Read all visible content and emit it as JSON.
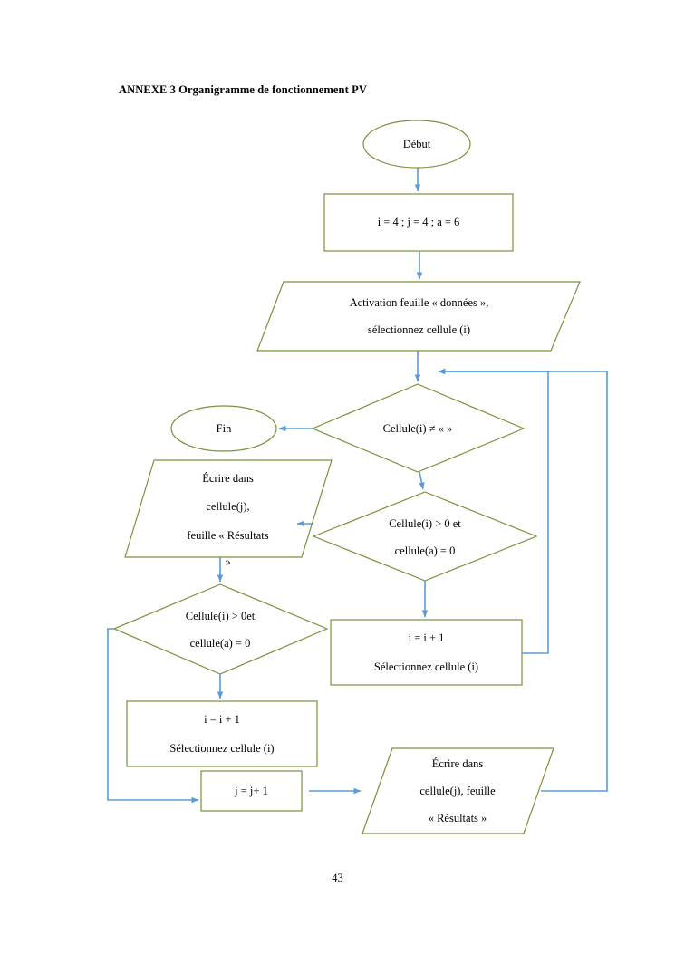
{
  "document": {
    "title": "ANNEXE 3 Organigramme de fonctionnement PV",
    "page_number": "43"
  },
  "colors": {
    "shape_stroke": "#77933C",
    "connector": "#5B9BD5",
    "text": "#000000",
    "background": "#FFFFFF"
  },
  "chart_data": {
    "type": "diagram",
    "diagram_type": "flowchart",
    "title": "ANNEXE 3 Organigramme de fonctionnement PV",
    "nodes": [
      {
        "id": "debut",
        "shape": "ellipse",
        "lines": [
          "Début"
        ]
      },
      {
        "id": "init",
        "shape": "rectangle",
        "lines": [
          "i = 4 ; j = 4 ; a = 6"
        ]
      },
      {
        "id": "activation",
        "shape": "parallelogram",
        "lines": [
          "Activation feuille « données »,",
          "sélectionnez cellule (i)"
        ]
      },
      {
        "id": "test_vide",
        "shape": "diamond",
        "lines": [
          "Cellule(i) ≠ « »"
        ]
      },
      {
        "id": "fin",
        "shape": "ellipse",
        "lines": [
          "Fin"
        ]
      },
      {
        "id": "ecrire1",
        "shape": "parallelogram",
        "lines": [
          "Écrire dans",
          "cellule(j),",
          "feuille « Résultats",
          "»"
        ]
      },
      {
        "id": "test_droite",
        "shape": "diamond",
        "lines": [
          "Cellule(i) > 0 et",
          "cellule(a) = 0"
        ]
      },
      {
        "id": "test_gauche",
        "shape": "diamond",
        "lines": [
          "Cellule(i) > 0et",
          "cellule(a) = 0"
        ]
      },
      {
        "id": "inc_droite",
        "shape": "rectangle",
        "lines": [
          "i = i + 1",
          "Sélectionnez cellule (i)"
        ]
      },
      {
        "id": "inc_gauche",
        "shape": "rectangle",
        "lines": [
          "i = i + 1",
          "Sélectionnez cellule (i)"
        ]
      },
      {
        "id": "inc_j",
        "shape": "rectangle",
        "lines": [
          "j = j+ 1"
        ]
      },
      {
        "id": "ecrire2",
        "shape": "parallelogram",
        "lines": [
          "Écrire dans",
          "cellule(j), feuille",
          "« Résultats »"
        ]
      }
    ],
    "edges": [
      {
        "from": "debut",
        "to": "init",
        "label": ""
      },
      {
        "from": "init",
        "to": "activation",
        "label": ""
      },
      {
        "from": "activation",
        "to": "test_vide",
        "label": ""
      },
      {
        "from": "test_vide",
        "to": "fin",
        "label": ""
      },
      {
        "from": "test_vide",
        "to": "test_droite",
        "label": ""
      },
      {
        "from": "test_droite",
        "to": "ecrire1",
        "label": ""
      },
      {
        "from": "test_droite",
        "to": "inc_droite",
        "label": ""
      },
      {
        "from": "ecrire1",
        "to": "test_gauche",
        "label": ""
      },
      {
        "from": "test_gauche",
        "to": "inc_gauche",
        "label": ""
      },
      {
        "from": "test_gauche",
        "to": "inc_j",
        "label": ""
      },
      {
        "from": "inc_gauche",
        "to": "inc_j",
        "label": ""
      },
      {
        "from": "inc_j",
        "to": "ecrire2",
        "label": ""
      },
      {
        "from": "inc_droite",
        "to": "test_vide",
        "label": ""
      },
      {
        "from": "ecrire2",
        "to": "test_vide",
        "label": ""
      }
    ]
  },
  "nodes": {
    "debut": {
      "l1": "Début"
    },
    "init": {
      "l1": "i = 4 ; j = 4 ; a = 6"
    },
    "activation": {
      "l1": "Activation feuille « données »,",
      "l2": "sélectionnez cellule (i)"
    },
    "test_vide": {
      "l1": "Cellule(i) ≠ « »"
    },
    "fin": {
      "l1": "Fin"
    },
    "ecrire1": {
      "l1": "Écrire dans",
      "l2": "cellule(j),",
      "l3": "feuille « Résultats",
      "l4": "»"
    },
    "test_droite": {
      "l1": "Cellule(i) > 0 et",
      "l2": "cellule(a) = 0"
    },
    "test_gauche": {
      "l1": "Cellule(i) > 0et",
      "l2": "cellule(a) = 0"
    },
    "inc_droite": {
      "l1": "i = i + 1",
      "l2": "Sélectionnez cellule (i)"
    },
    "inc_gauche": {
      "l1": "i = i + 1",
      "l2": "Sélectionnez cellule (i)"
    },
    "inc_j": {
      "l1": "j = j+ 1"
    },
    "ecrire2": {
      "l1": "Écrire dans",
      "l2": "cellule(j), feuille",
      "l3": "« Résultats »"
    }
  }
}
